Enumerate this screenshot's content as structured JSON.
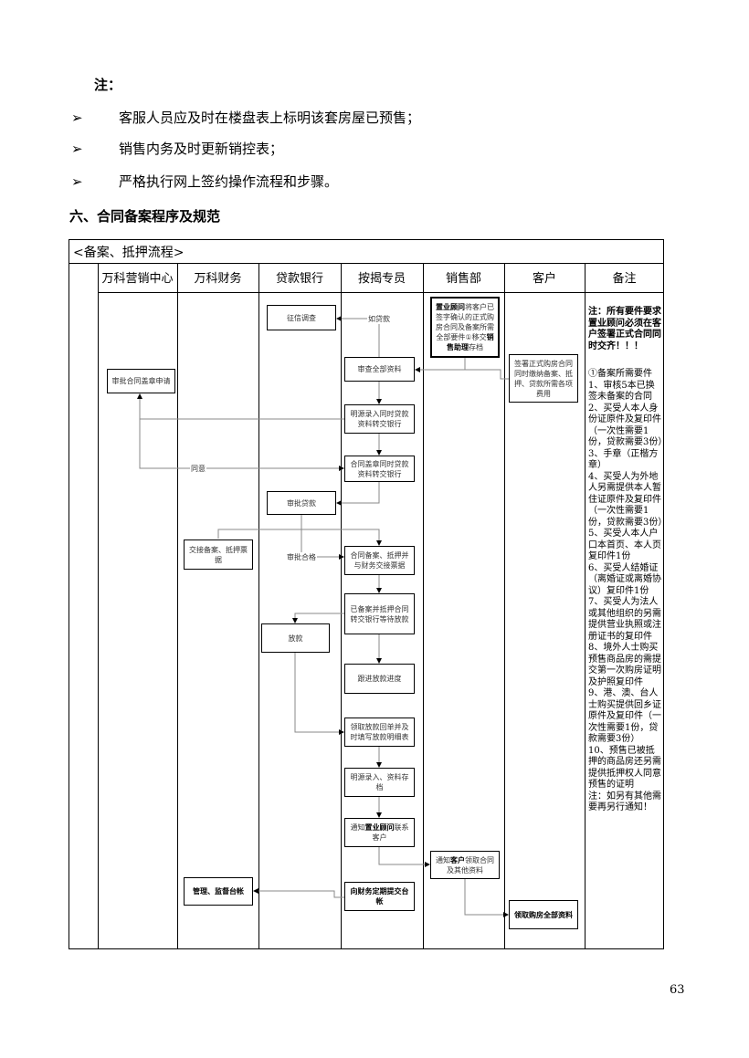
{
  "note_title": "注：",
  "bullet_marker": "➢",
  "bullets": [
    "客服人员应及时在楼盘表上标明该套房屋已预售；",
    "销售内务及时更新销控表；",
    "严格执行网上签约操作流程和步骤。"
  ],
  "section_heading": "六、合同备案程序及规范",
  "flow": {
    "title": "<备案、抵押流程>",
    "columns": [
      "万科营销中心",
      "万科财务",
      "贷款银行",
      "按揭专员",
      "销售部",
      "客户",
      "备注"
    ],
    "boxes": {
      "credit_check": "征信调查",
      "advisor": [
        "置业顾问",
        "将客户已签字确认的正式购房合同及备案所需全部要件①移交",
        "销售助理",
        "存档"
      ],
      "review_all": "审查全部资料",
      "sign_contract": "签署正式购房合同同时缴纳备案、抵押、贷款所需各项费用",
      "approve_seal": "审批合同盖章申请",
      "mingyuan_entry": "明源录入同时贷款资料转交银行",
      "seal_transfer": "合同盖章同时贷款资料转交银行",
      "approve_loan": "审批贷款",
      "handover_receipts": "交接备案、抵押票据",
      "filing_mortgage": "合同备案、抵押并与财务交接票据",
      "await_release": "已备案并抵押合同转交银行等待放款",
      "release": "放款",
      "follow_up": "跟进放款进度",
      "collect_receipt": "领取放款回单并及时填写放款明细表",
      "entry_archive": "明源录入、资料存档",
      "notify_advisor": [
        "通知",
        "置业顾问",
        "联系客户"
      ],
      "notify_customer": [
        "通知",
        "客户",
        "领取合同及其他资料"
      ],
      "manage_ledger": "管理、监督台帐",
      "submit_ledger": "向财务定期提交台帐",
      "collect_all": "领取购房全部资料"
    },
    "labels": {
      "if_loan": "如贷款",
      "agree": "同意",
      "approved": "审批合格"
    },
    "remark_bold": "注：所有要件要求置业顾问必须在客户签署正式合同同时交齐！！！",
    "remark_lines": [
      "①备案所需要件",
      "1、审核5本已换签未备案的合同",
      "2、买受人本人身份证原件及复印件（一次性需要1份，贷款需要3份）",
      "3、手章（正楷方章）",
      "4、买受人为外地人另需提供本人暂住证原件及复印件（一次性需要1份，贷款需要3份）",
      "5、买受人本人户口本首页、本人页复印件1份",
      "6、买受人结婚证（离婚证或离婚协议）复印件1份",
      "7、买受人为法人或其他组织的另需提供营业执照或注册证书的复印件",
      "8、境外人士购买预售商品房的需提交第一次购房证明及护照复印件",
      "9、港、澳、台人士购买提供回乡证原件及复印件（一次性需要1份，贷款需要3份）",
      "10、预售已被抵押的商品房还另需提供抵押权人同意预售的证明",
      " 注：如另有其他需要再另行通知！"
    ]
  },
  "page_number": "63"
}
